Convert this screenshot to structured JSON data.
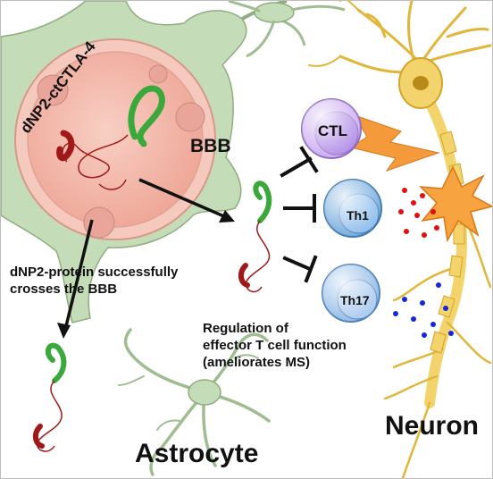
{
  "labels": {
    "construct": "dNP2-ctCTLA-4",
    "bbb": "BBB",
    "crosses_line1": "dNP2-protein successfully",
    "crosses_line2": "crosses the BBB",
    "regulation_line1": "Regulation of",
    "regulation_line2": "effector T cell function",
    "regulation_line3": "(ameliorates MS)",
    "astrocyte": "Astrocyte",
    "neuron": "Neuron"
  },
  "cells": [
    {
      "name": "CTL",
      "color": "#c9a8f0"
    },
    {
      "name": "Th1",
      "color": "#6fa8dc"
    },
    {
      "name": "Th17",
      "color": "#8fb9e6"
    }
  ],
  "colors": {
    "astrocyte": "#c5dcb8",
    "vessel": "#f2b8aa",
    "neuron": "#f3d36b",
    "cytokine_red": "#e01010",
    "cytokine_blue": "#1428d8",
    "protein_red": "#a01818",
    "protein_green": "#3aa83a",
    "lightning": "#f59a3a"
  }
}
